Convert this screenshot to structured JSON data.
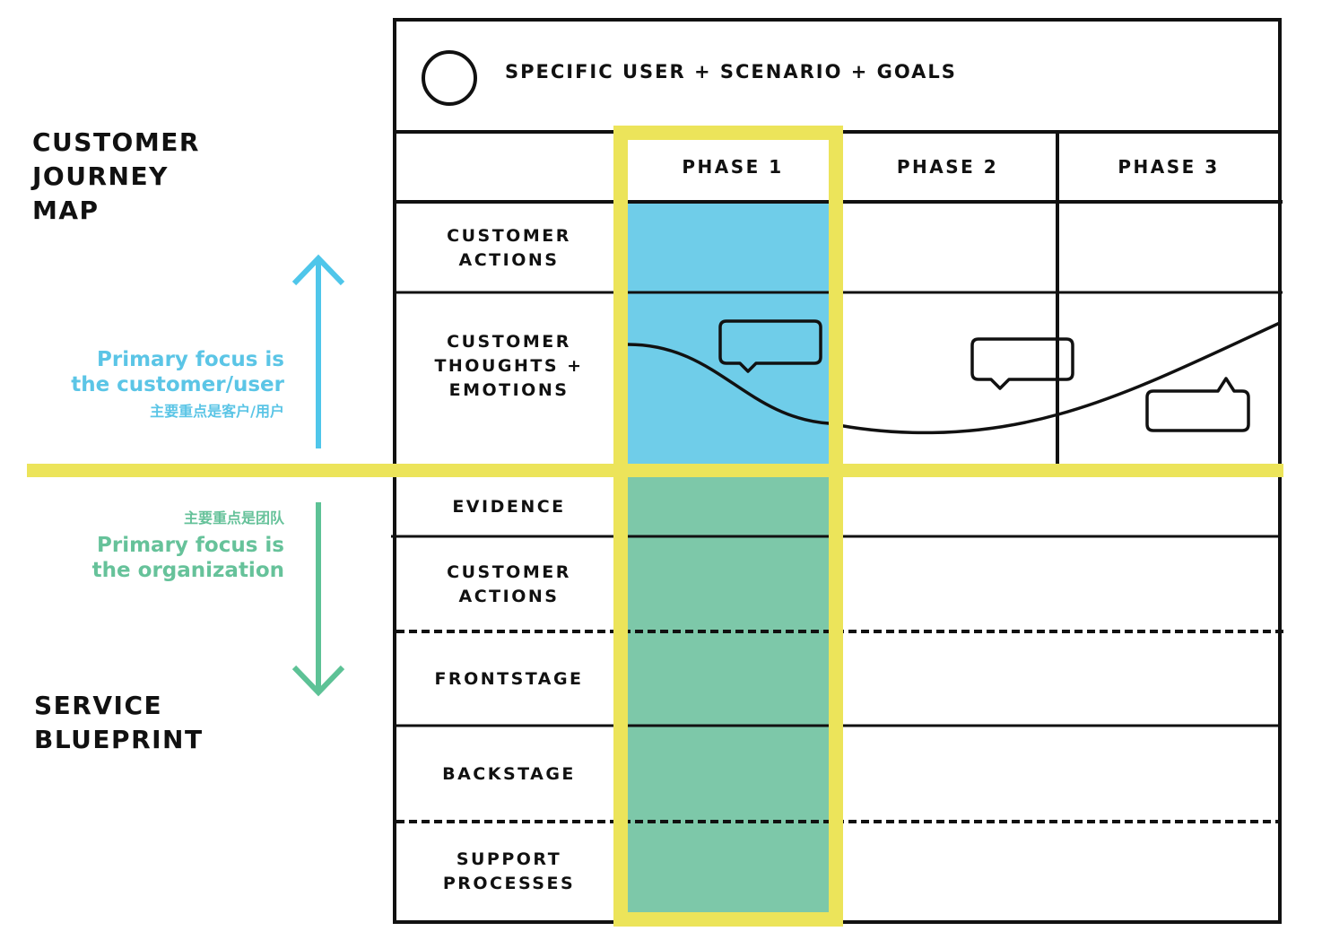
{
  "colors": {
    "highlight_yellow": "#ece45a",
    "journey_blue": "#6fcde9",
    "blueprint_green": "#7dc8a9",
    "focus_blue_text": "#5bc5e6",
    "focus_green_text": "#66c29a",
    "line_black": "#111111"
  },
  "left_panel": {
    "journey_title": "CUSTOMER\nJOURNEY\nMAP",
    "blueprint_title": "SERVICE\nBLUEPRINT",
    "customer_focus": {
      "en": "Primary focus is\nthe customer/user",
      "zh": "主要重点是客户/用户",
      "arrow_icon": "arrow-up-icon"
    },
    "organization_focus": {
      "zh": "主要重点是团队",
      "en": "Primary focus is\nthe organization",
      "arrow_icon": "arrow-down-icon"
    }
  },
  "grid": {
    "header": {
      "persona_icon": "circle-icon",
      "title": "SPECIFIC USER + SCENARIO + GOALS"
    },
    "phases": [
      "PHASE 1",
      "PHASE 2",
      "PHASE 3"
    ],
    "highlighted_phase": "PHASE 1",
    "journey_rows": [
      "CUSTOMER\nACTIONS",
      "CUSTOMER\nTHOUGHTS +\nEMOTIONS"
    ],
    "blueprint_rows": [
      "EVIDENCE",
      "CUSTOMER\nACTIONS",
      "FRONTSTAGE",
      "BACKSTAGE",
      "SUPPORT\nPROCESSES"
    ],
    "line_of_interaction": "solid yellow divider between journey map and service blueprint",
    "emotion_curve_icon": "emotion-curve",
    "speech_bubbles": [
      "speech-bubble-icon",
      "speech-bubble-icon",
      "speech-bubble-icon"
    ]
  }
}
